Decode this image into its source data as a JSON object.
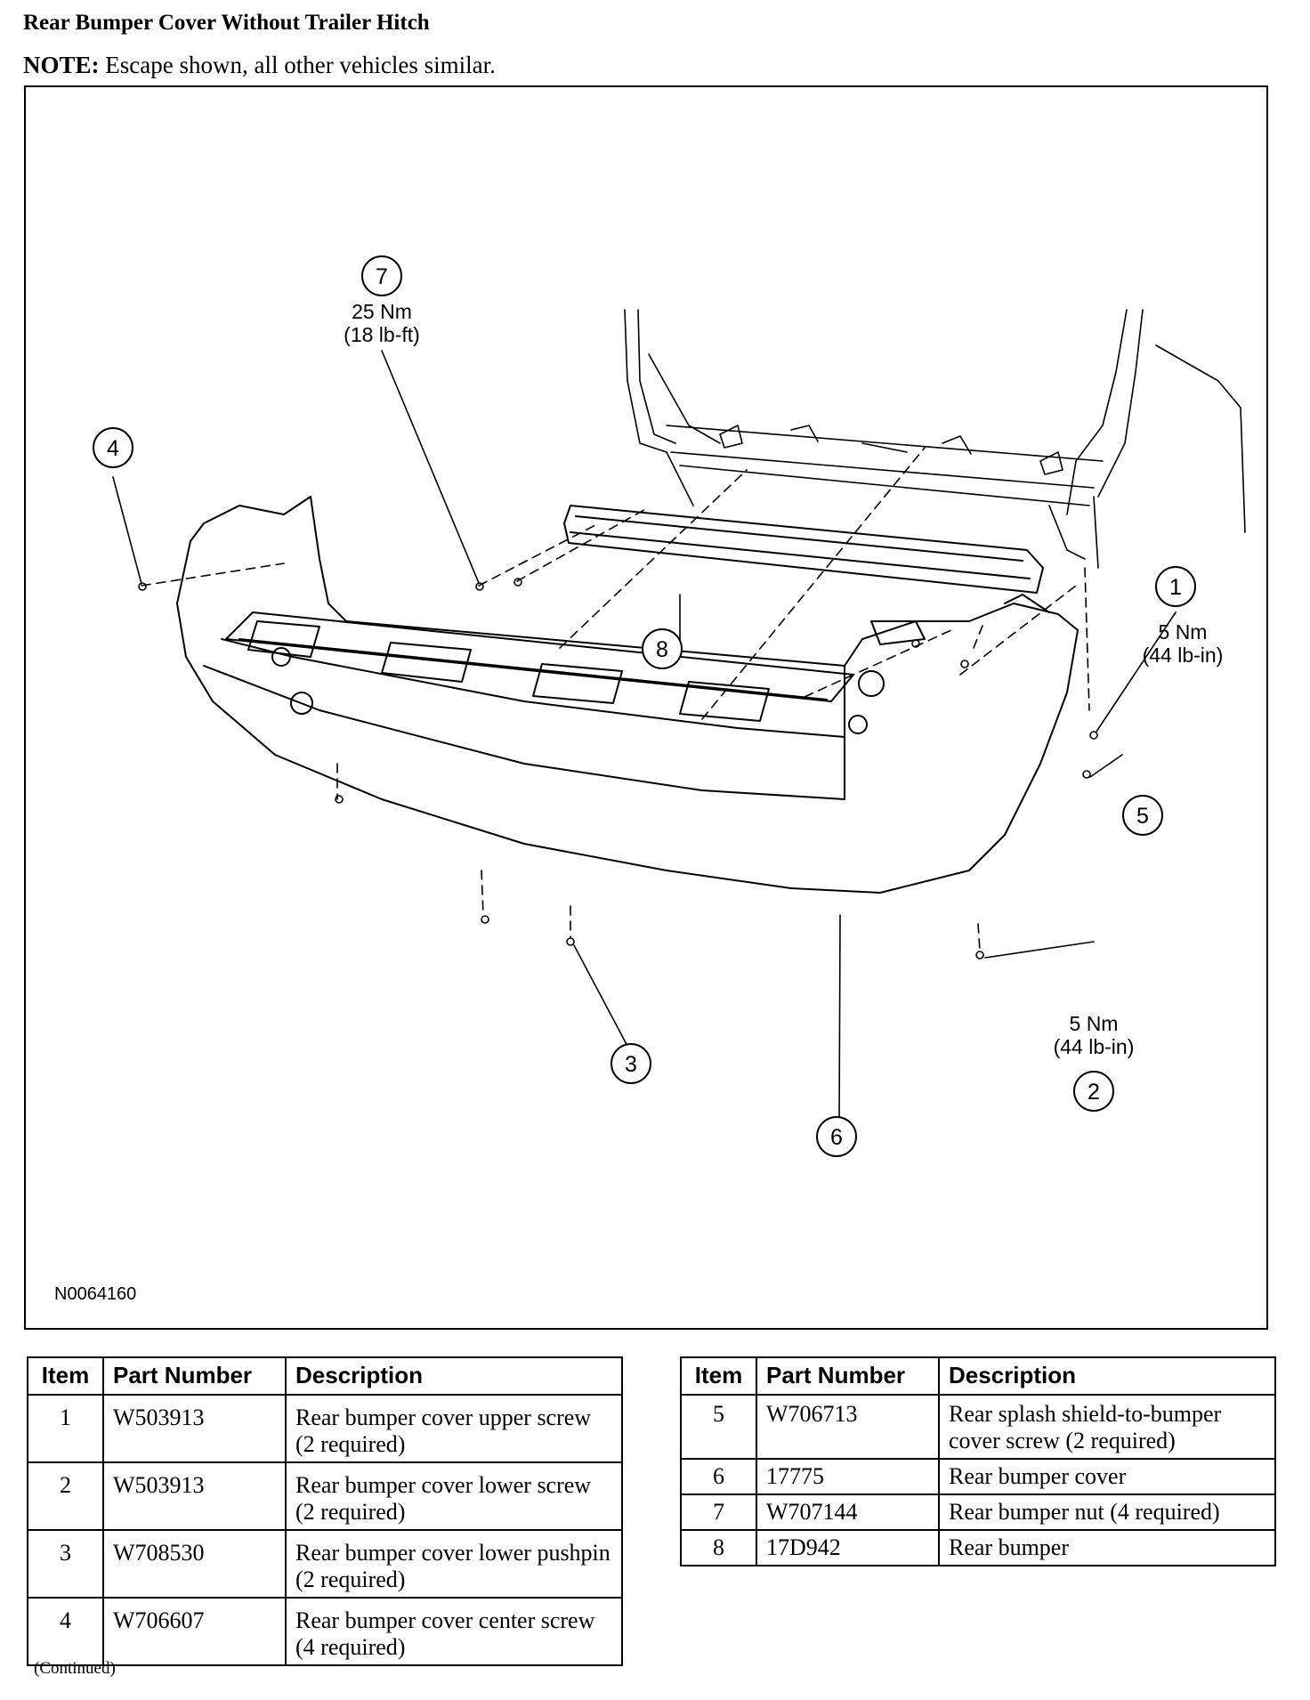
{
  "title": "Rear Bumper Cover Without Trailer Hitch",
  "note": {
    "label": "NOTE:",
    "text": "Escape shown, all other vehicles similar."
  },
  "figure": {
    "id": "N0064160",
    "callouts": [
      {
        "num": "1",
        "torque": "5 Nm",
        "torque_alt": "(44 lb-in)"
      },
      {
        "num": "2",
        "torque": "5 Nm",
        "torque_alt": "(44 lb-in)"
      },
      {
        "num": "3"
      },
      {
        "num": "4"
      },
      {
        "num": "5"
      },
      {
        "num": "6"
      },
      {
        "num": "7",
        "torque": "25 Nm",
        "torque_alt": "(18 lb-ft)"
      },
      {
        "num": "8"
      }
    ]
  },
  "table_headers": {
    "item": "Item",
    "part_number": "Part Number",
    "description": "Description"
  },
  "parts_left": [
    {
      "item": "1",
      "part_number": "W503913",
      "description": "Rear bumper cover upper screw (2 required)"
    },
    {
      "item": "2",
      "part_number": "W503913",
      "description": "Rear bumper cover lower screw (2 required)"
    },
    {
      "item": "3",
      "part_number": "W708530",
      "description": "Rear bumper cover lower pushpin (2 required)"
    },
    {
      "item": "4",
      "part_number": "W706607",
      "description": "Rear bumper cover center screw (4 required)"
    }
  ],
  "parts_right": [
    {
      "item": "5",
      "part_number": "W706713",
      "description": "Rear splash shield-to-bumper cover screw (2 required)"
    },
    {
      "item": "6",
      "part_number": "17775",
      "description": "Rear bumper cover"
    },
    {
      "item": "7",
      "part_number": "W707144",
      "description": "Rear bumper nut (4 required)"
    },
    {
      "item": "8",
      "part_number": "17D942",
      "description": "Rear bumper"
    }
  ],
  "footer": "(Continued)"
}
